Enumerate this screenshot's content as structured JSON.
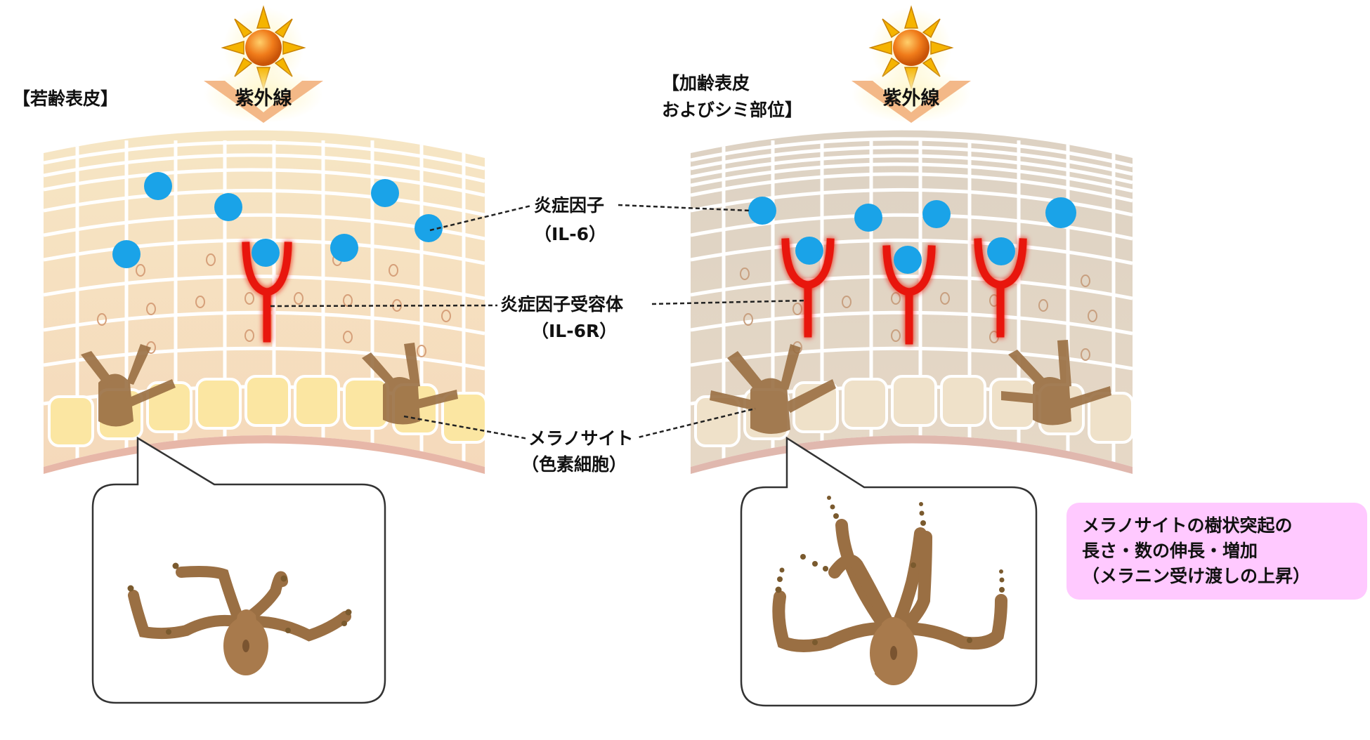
{
  "left_panel": {
    "title": "【若齢表皮】"
  },
  "right_panel": {
    "title_line1": "【加齢表皮",
    "title_line2": "およびシミ部位】"
  },
  "uv": {
    "label": "紫外線"
  },
  "labels": {
    "cytokine": "炎症因子",
    "cytokine_sub": "（IL-6）",
    "receptor": "炎症因子受容体",
    "receptor_sub": "（IL-6R）",
    "melanocyte": "メラノサイト",
    "melanocyte_sub": "（色素細胞）"
  },
  "note": {
    "line1": "メラノサイトの樹状突起の",
    "line2": "長さ・数の伸長・増加",
    "line3": "（メラニン受け渡しの上昇）"
  },
  "colors": {
    "cytokine": "#1aa3e8",
    "receptor": "#e8140c",
    "melanocyte": "#9a6f43",
    "note_bg": "#ffc9ff",
    "sun": "#f07b1a"
  }
}
